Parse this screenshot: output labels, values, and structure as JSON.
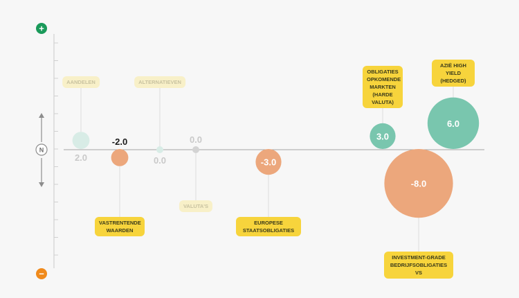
{
  "axis": {
    "plus_label": "+",
    "minus_label": "−",
    "neutral_label": "N",
    "plus_color": "#1a9a5a",
    "minus_color": "#f08a1c"
  },
  "chart_data": {
    "type": "bubble",
    "title": "",
    "xlabel": "",
    "ylabel": "",
    "ylim": [
      -8.5,
      6.5
    ],
    "grid": false,
    "legend": "none",
    "colors": {
      "positive": "#79c6ae",
      "negative": "#eca77c",
      "neutral": "#d5d5d5",
      "label": "#f7d43c"
    },
    "points": [
      {
        "label": "AANDELEN",
        "value": 2.0,
        "value_text": "2.0",
        "faded": true
      },
      {
        "label": "VASTRENTENDE WAARDEN",
        "value": -2.0,
        "value_text": "-2.0",
        "faded": false
      },
      {
        "label": "ALTERNATIEVEN",
        "value": 0.0,
        "value_text": "0.0",
        "faded": true
      },
      {
        "label": "VALUTA'S",
        "value": 0.0,
        "value_text": "0.0",
        "faded": true
      },
      {
        "label": "EUROPESE STAATSOBLIGATIES",
        "value": -3.0,
        "value_text": "-3.0",
        "faded": false
      },
      {
        "label": "OBLIGATIES OPKOMENDE MARKTEN (HARDE VALUTA)",
        "value": 3.0,
        "value_text": "3.0",
        "faded": false
      },
      {
        "label": "INVESTMENT-GRADE BEDRIJFSOBLIGATIES VS",
        "value": -8.0,
        "value_text": "-8.0",
        "faded": false
      },
      {
        "label": "AZIË HIGH YIELD (HEDGED)",
        "value": 6.0,
        "value_text": "6.0",
        "faded": false
      }
    ]
  }
}
